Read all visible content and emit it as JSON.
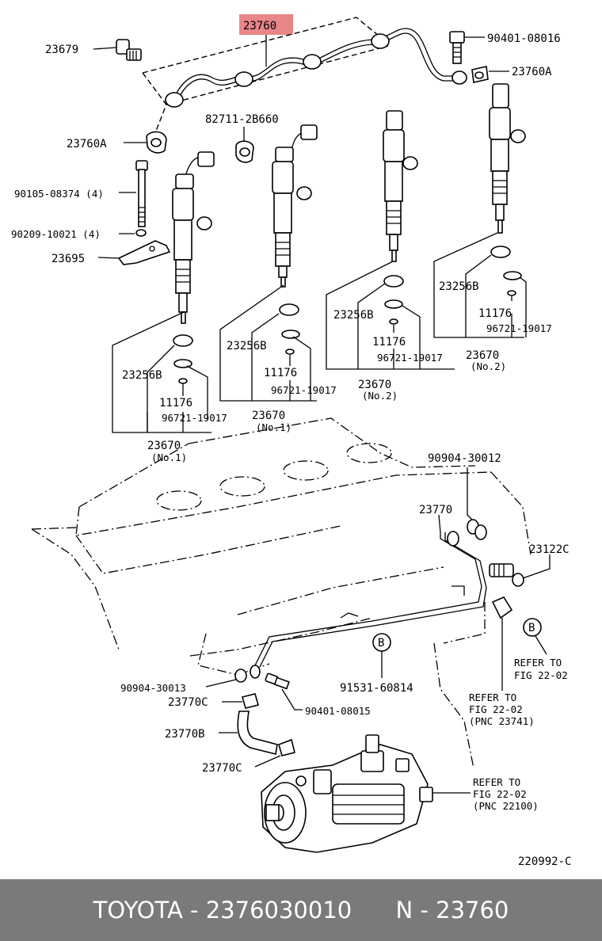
{
  "highlight_color": "#e8868a",
  "labels": {
    "l_23760": "23760",
    "l_23679": "23679",
    "l_90401_08016": "90401-08016",
    "l_23760A_r": "23760A",
    "l_82711": "82711-2B660",
    "l_23760A_l": "23760A",
    "l_90105": "90105-08374 (4)",
    "l_90209": "90209-10021 (4)",
    "l_23695": "23695",
    "l_23256B_1": "23256B",
    "l_11176_1": "11176",
    "l_96721_1": "96721-19017",
    "l_23670_1": "23670",
    "l_no1_1": "(No.1)",
    "l_23256B_2": "23256B",
    "l_11176_2": "11176",
    "l_96721_2": "96721-19017",
    "l_23670_2": "23670",
    "l_no1_2": "(No.1)",
    "l_23256B_3": "23256B",
    "l_11176_3": "11176",
    "l_96721_3": "96721-19017",
    "l_23670_3": "23670",
    "l_no2_3": "(No.2)",
    "l_23256B_4": "23256B",
    "l_11176_4": "11176",
    "l_96721_4": "96721-19017",
    "l_23670_4": "23670",
    "l_no2_4": "(No.2)",
    "l_90904_30012": "90904-30012",
    "l_23770": "23770",
    "l_23122C": "23122C",
    "l_B1": "B",
    "l_B2": "B",
    "l_refer1a": "REFER TO",
    "l_refer1b": "FIG 22-02",
    "l_90904_30013": "90904-30013",
    "l_91531": "91531-60814",
    "l_23770C_1": "23770C",
    "l_90401_08015": "90401-08015",
    "l_refer2a": "REFER TO",
    "l_refer2b": "FIG 22-02",
    "l_refer2c": "(PNC 23741)",
    "l_23770B": "23770B",
    "l_23770C_2": "23770C",
    "l_refer3a": "REFER TO",
    "l_refer3b": "FIG 22-02",
    "l_refer3c": "(PNC 22100)",
    "l_code": "220992-C"
  },
  "footer": {
    "text": "TOYOTA - 2376030010      N - 23760"
  }
}
